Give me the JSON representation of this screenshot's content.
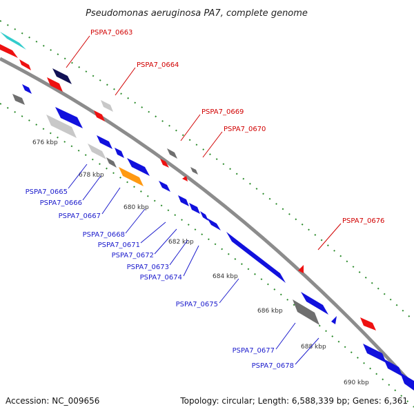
{
  "title": "Pseudomonas aeruginosa PA7, complete genome",
  "footer": {
    "accession": "Accession: NC_009656",
    "summary": "Topology: circular; Length: 6,588,339 bp; Genes: 6,361"
  },
  "colors": {
    "backbone": "#8c8c8c",
    "dots": "#2a8a2a",
    "forward_label": "#d10000",
    "reverse_label": "#1a1acc",
    "red": "#ee1111",
    "blue": "#1111dd",
    "cyan": "#33cccc",
    "orange": "#ff9911",
    "navy": "#111155",
    "gray": "#6f6f6f",
    "lightgray": "#c8c8c8"
  },
  "ticks": [
    "676 kbp",
    "678 kbp",
    "680 kbp",
    "682 kbp",
    "684 kbp",
    "686 kbp",
    "688 kbp",
    "690 kbp"
  ],
  "labels": {
    "top": [
      "PSPA7_0663",
      "PSPA7_0664",
      "PSPA7_0669",
      "PSPA7_0670",
      "PSPA7_0676"
    ],
    "bottom": [
      "PSPA7_0665",
      "PSPA7_0666",
      "PSPA7_0667",
      "PSPA7_0668",
      "PSPA7_0671",
      "PSPA7_0672",
      "PSPA7_0673",
      "PSPA7_0674",
      "PSPA7_0675",
      "PSPA7_0677",
      "PSPA7_0678"
    ]
  },
  "genes": [
    {
      "color": "cyan"
    },
    {
      "color": "red"
    },
    {
      "color": "red"
    },
    {
      "color": "navy"
    },
    {
      "color": "red"
    },
    {
      "color": "blue"
    },
    {
      "color": "gray"
    },
    {
      "color": "lightgray"
    },
    {
      "color": "red"
    },
    {
      "color": "blue"
    },
    {
      "color": "lightgray"
    },
    {
      "color": "blue"
    },
    {
      "color": "lightgray"
    },
    {
      "color": "blue"
    },
    {
      "color": "gray"
    },
    {
      "color": "blue"
    },
    {
      "color": "gray"
    },
    {
      "color": "red"
    },
    {
      "color": "gray"
    },
    {
      "color": "red"
    },
    {
      "color": "orange"
    },
    {
      "color": "blue"
    },
    {
      "color": "blue"
    },
    {
      "color": "blue"
    },
    {
      "color": "blue"
    },
    {
      "color": "blue"
    },
    {
      "color": "blue"
    },
    {
      "color": "red"
    },
    {
      "color": "blue"
    },
    {
      "color": "gray"
    },
    {
      "color": "blue"
    },
    {
      "color": "red"
    },
    {
      "color": "blue"
    },
    {
      "color": "blue"
    },
    {
      "color": "blue"
    }
  ]
}
